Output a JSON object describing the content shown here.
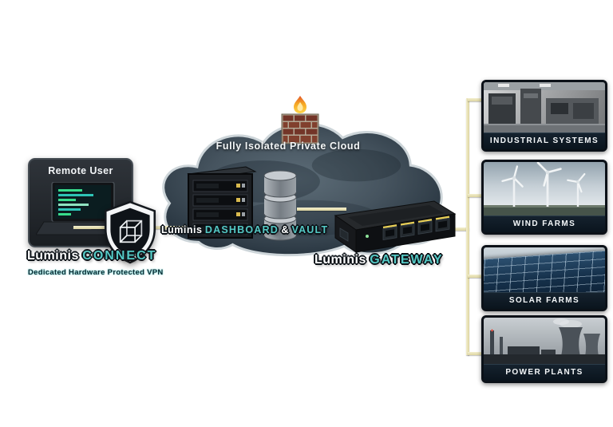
{
  "remote_user": {
    "title": "Remote User"
  },
  "connect": {
    "brand": "Luminis",
    "product": "CONNECT",
    "tagline": "Dedicated Hardware Protected VPN"
  },
  "cloud": {
    "title": "Fully Isolated Private Cloud"
  },
  "dashboard": {
    "brand": "Luminis",
    "product_a": "DASHBOARD",
    "sep": "&",
    "product_b": "VAULT"
  },
  "gateway": {
    "brand": "Luminis",
    "product": "GATEWAY"
  },
  "endpoints": [
    {
      "label": "INDUSTRIAL SYSTEMS"
    },
    {
      "label": "WIND FARMS"
    },
    {
      "label": "SOLAR FARMS"
    },
    {
      "label": "POWER PLANTS"
    }
  ],
  "colors": {
    "accent_teal": "#54c8c4",
    "connector_line": "#e9e4bd",
    "cloud_dark": "#2c3944",
    "frame_dark": "#0b1118"
  },
  "icons": {
    "firewall": "brick-wall-with-flame",
    "vpn_shield": "shield-with-wireframe-cube",
    "server": "rack-server",
    "database": "stacked-cylinders",
    "gateway_device": "ethernet-gateway-router",
    "remote_device": "laptop-with-code"
  }
}
